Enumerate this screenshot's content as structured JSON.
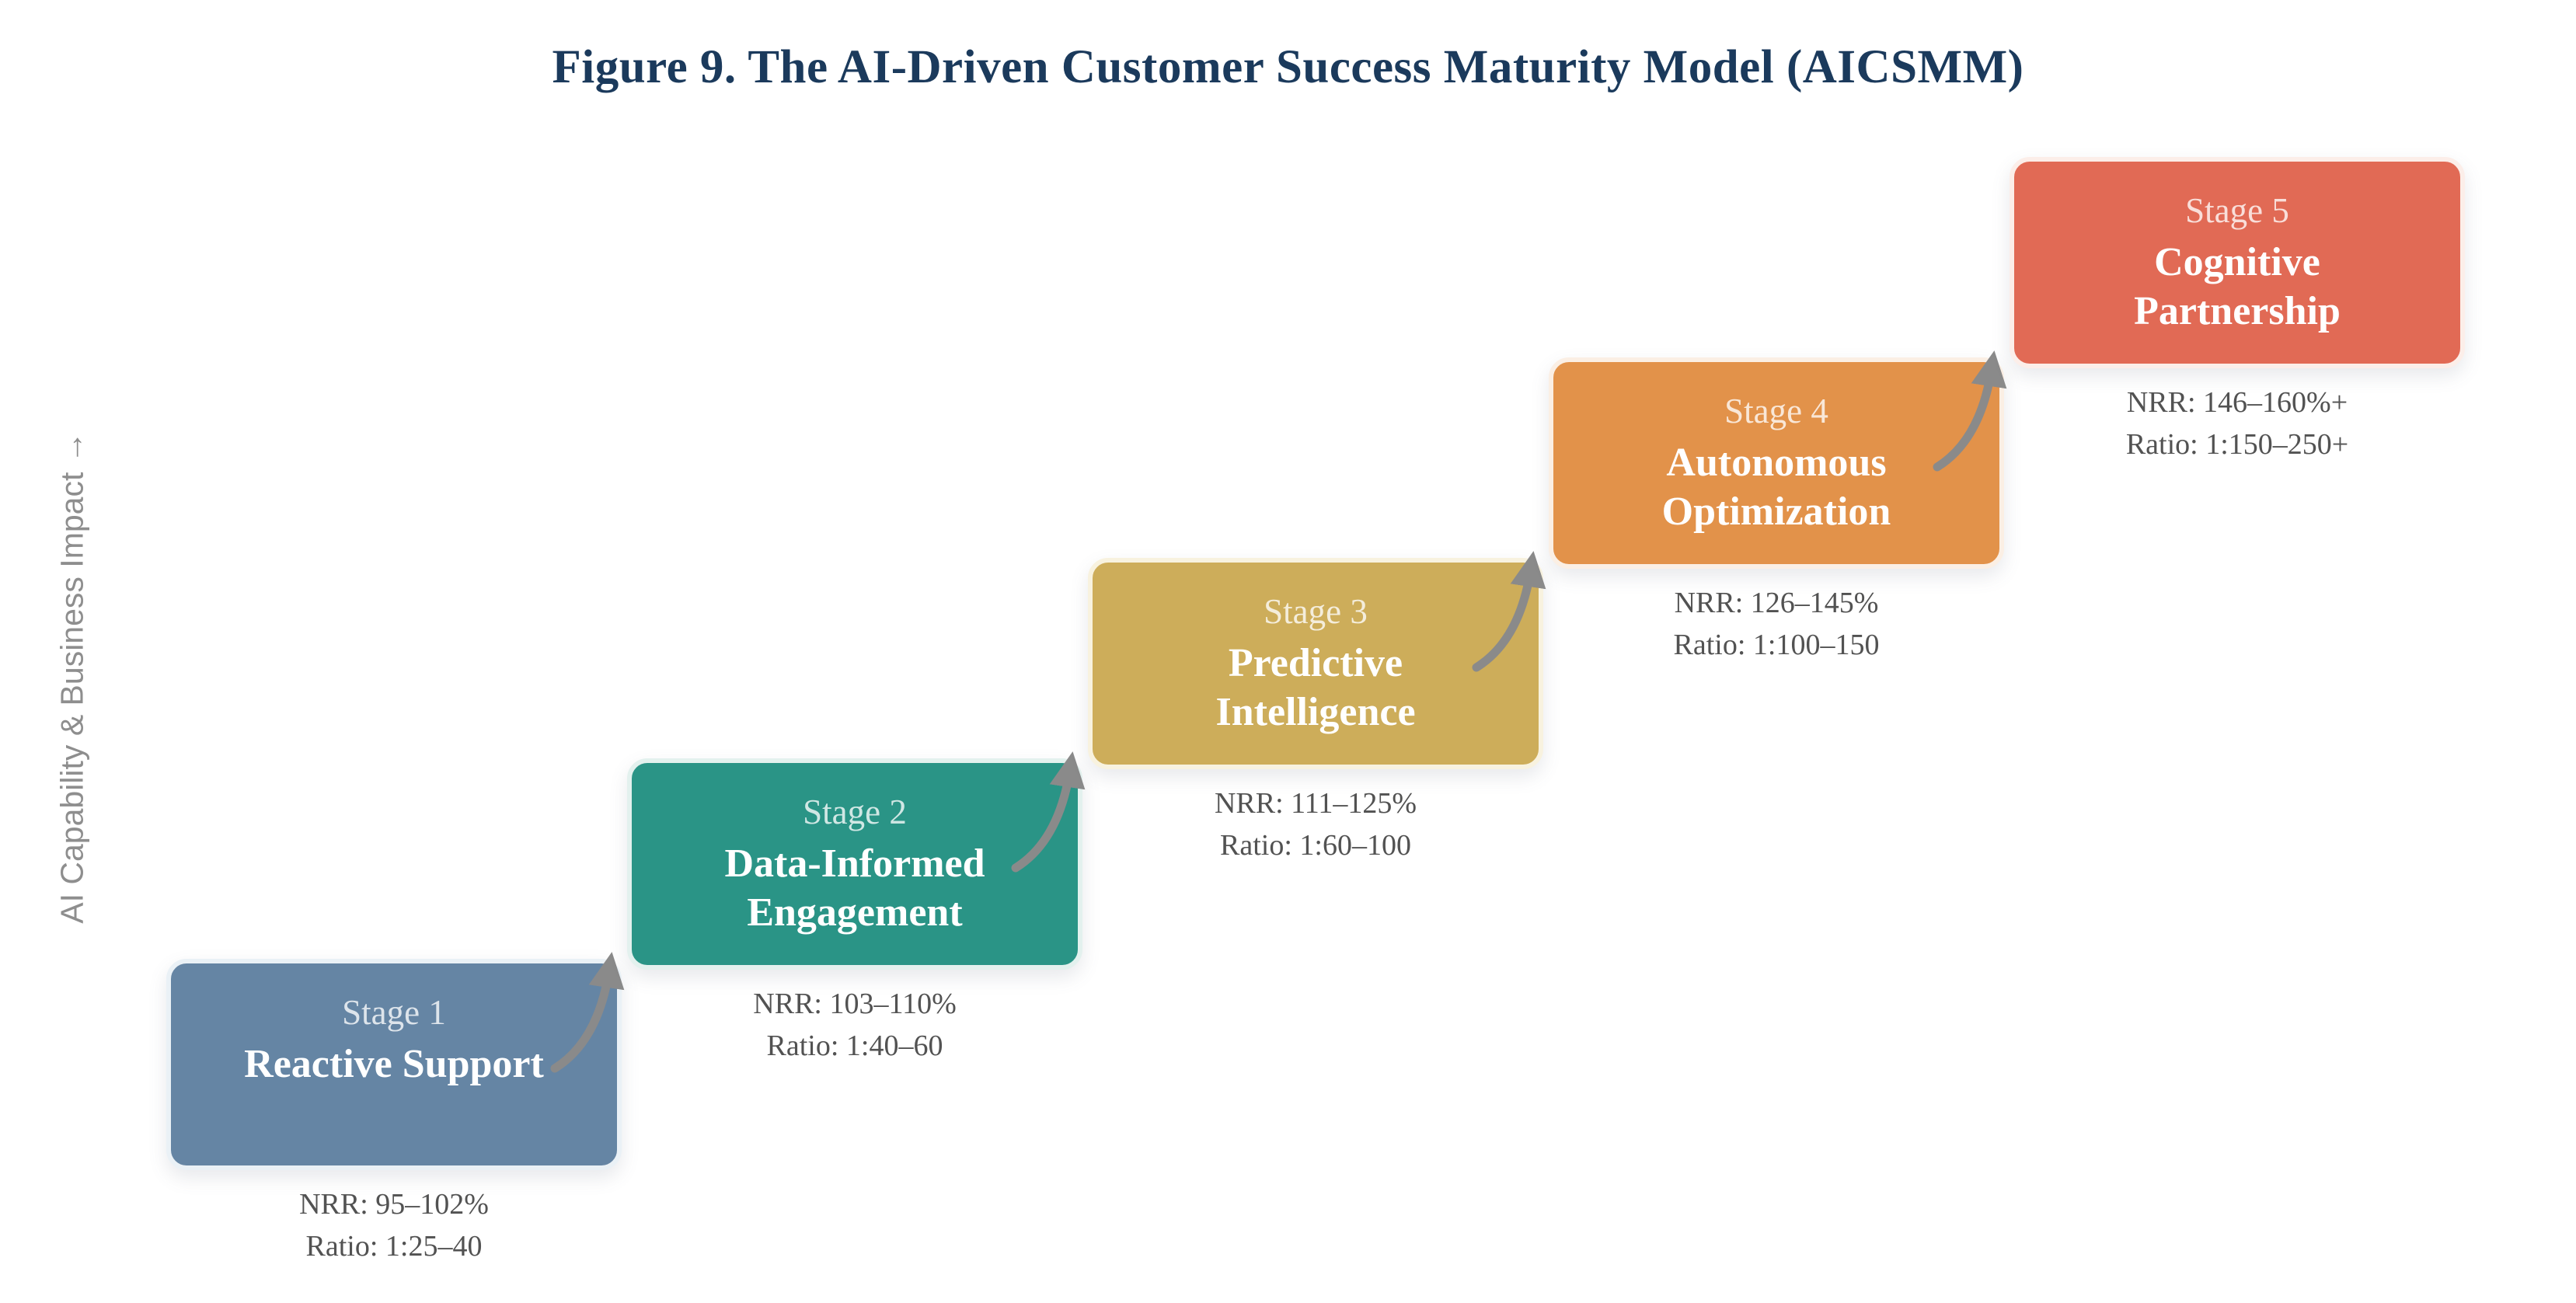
{
  "figure": {
    "title": "Figure 9. The AI-Driven Customer Success Maturity Model (AICSMM)",
    "y_axis_label": "AI Capability & Business Impact →"
  },
  "colors": {
    "background": "#FFFFFF",
    "title_text": "#1B3A5C",
    "axis_label_text": "#8E8E8E",
    "metrics_text": "#525252",
    "arrow": "#8A8A8A",
    "stage_label_text": "rgba(255,255,255,0.78)",
    "stage_name_text": "#FFFFFF"
  },
  "stages": [
    {
      "stage_label": "Stage 1",
      "name": "Reactive Support",
      "nrr": "NRR: 95–102%",
      "ratio": "Ratio: 1:25–40",
      "fill": "#6585A4",
      "border": "#EAF1F6",
      "has_arrow_to_next": true
    },
    {
      "stage_label": "Stage 2",
      "name": "Data-Informed Engagement",
      "nrr": "NRR: 103–110%",
      "ratio": "Ratio: 1:40–60",
      "fill": "#2A9486",
      "border": "#E3F1EE",
      "has_arrow_to_next": true
    },
    {
      "stage_label": "Stage 3",
      "name": "Predictive Intelligence",
      "nrr": "NRR: 111–125%",
      "ratio": "Ratio: 1:60–100",
      "fill": "#CDAD5A",
      "border": "#F8F2DF",
      "has_arrow_to_next": true
    },
    {
      "stage_label": "Stage 4",
      "name": "Autonomous Optimization",
      "nrr": "NRR: 126–145%",
      "ratio": "Ratio: 1:100–150",
      "fill": "#E2924A",
      "border": "#FBEFE4",
      "has_arrow_to_next": true
    },
    {
      "stage_label": "Stage 5",
      "name": "Cognitive Partnership",
      "nrr": "NRR: 146–160%+",
      "ratio": "Ratio: 1:150–250+",
      "fill": "#E16A55",
      "border": "#FCEEE9",
      "has_arrow_to_next": false
    }
  ]
}
